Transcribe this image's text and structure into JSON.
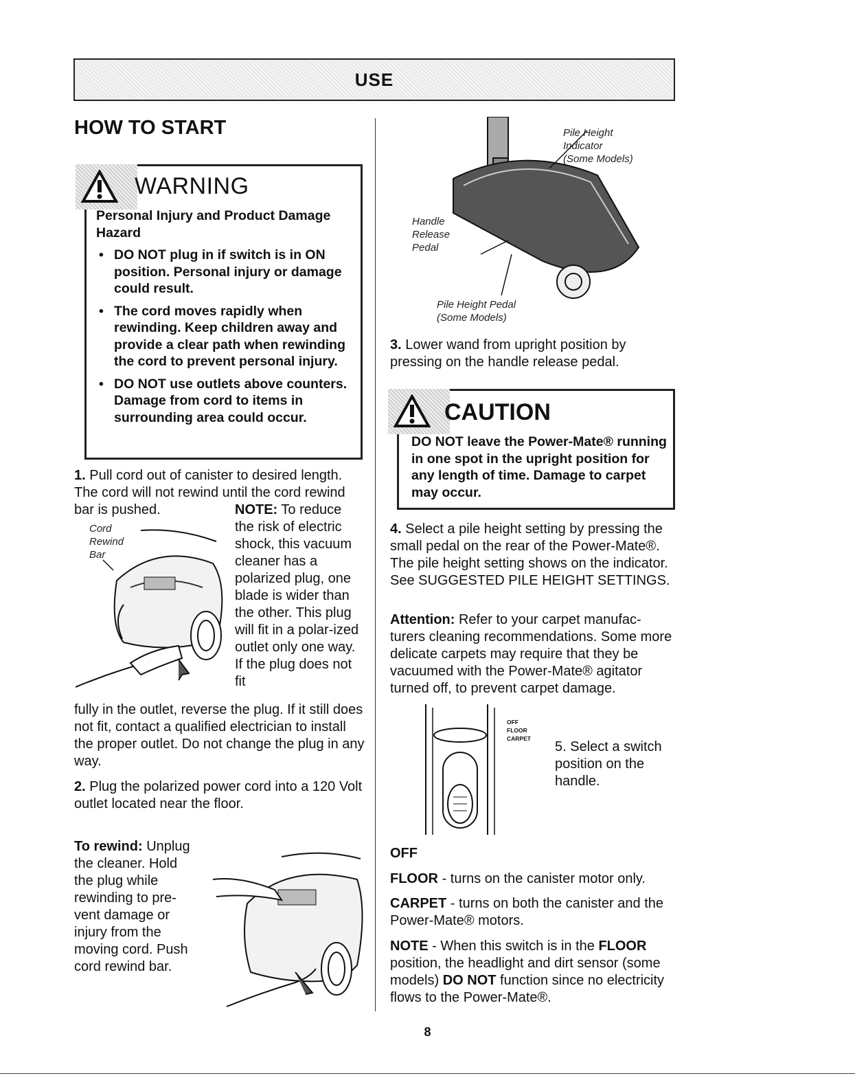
{
  "header": {
    "section_title": "USE"
  },
  "left": {
    "heading": "HOW TO START",
    "warning": {
      "title": "WARNING",
      "subtitle": "Personal Injury and Product Damage Hazard",
      "bullets": [
        "DO NOT plug in if switch is in ON position. Personal injury or damage could result.",
        "The cord moves rapidly when rewinding. Keep children away and provide a clear path when rewinding the cord to prevent personal injury.",
        "DO NOT use outlets above counters. Damage from cord to items in surrounding area could occur."
      ]
    },
    "step1_num": "1.",
    "step1_text": "Pull cord out of canister to desired length. The cord will not rewind until the cord rewind bar is pushed.",
    "note_label": "NOTE:",
    "note_text_a": "To reduce the risk of electric shock, this vacuum cleaner has a polarized plug, one blade is wider than the other. This plug will fit in a polar-ized outlet only one way. If the plug does not fit",
    "note_text_b": "fully in the outlet, reverse the plug. If it still does not fit, contact a qualified electrician to install the proper outlet. Do not change the plug in any way.",
    "cord_caption": [
      "Cord",
      "Rewind",
      "Bar"
    ],
    "step2_num": "2.",
    "step2_text": "Plug the polarized power cord into a 120 Volt outlet located near the floor.",
    "rewind_label": "To rewind:",
    "rewind_text": "Unplug the cleaner. Hold the plug while rewinding to pre-vent damage or injury from the moving cord. Push cord rewind bar."
  },
  "right": {
    "pile_indicator_caption": [
      "Pile Height",
      "Indicator",
      "(Some Models)"
    ],
    "handle_caption": [
      "Handle",
      "Release",
      "Pedal"
    ],
    "pile_pedal_caption": [
      "Pile Height Pedal",
      "(Some Models)"
    ],
    "step3_num": "3.",
    "step3_text": "Lower wand from upright position by pressing on the handle release pedal.",
    "caution": {
      "title": "CAUTION",
      "body": "DO NOT leave the Power-Mate® running in one spot in the upright position for any length of time. Damage to carpet may occur."
    },
    "step4_num": "4.",
    "step4_text": "Select a pile height setting by pressing the small pedal on the rear of the Power-Mate®. The pile height setting shows on the indicator. See SUGGESTED PILE HEIGHT SETTINGS.",
    "attention_label": "Attention:",
    "attention_text": "Refer to your carpet manufac-turers cleaning recommendations. Some more delicate carpets may require that they be vacuumed with the Power-Mate® agitator turned off, to prevent carpet damage.",
    "switch_labels": [
      "OFF",
      "FLOOR",
      "CARPET"
    ],
    "step5_num": "5.",
    "step5_text": "Select a switch position on the handle.",
    "off_label": "OFF",
    "floor_label": "FLOOR",
    "floor_text": "- turns on the canister motor only.",
    "carpet_label": "CARPET",
    "carpet_text": "- turns on both the canister and the Power-Mate® motors.",
    "note2_label": "NOTE",
    "note2_a": "- When this switch is in the",
    "note2_floor": "FLOOR",
    "note2_b": "position, the headlight and dirt sensor (some models)",
    "note2_donot": "DO NOT",
    "note2_c": "function since no electricity flows to the Power-Mate®."
  },
  "footer": {
    "page_number": "8"
  }
}
